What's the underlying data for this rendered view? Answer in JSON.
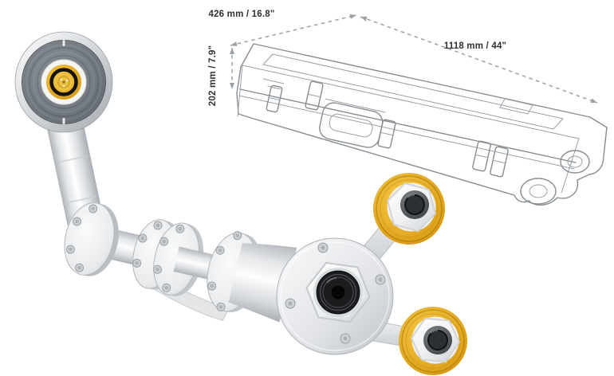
{
  "image": {
    "background": "#ffffff"
  },
  "case_diagram": {
    "labels": {
      "width": "426 mm / 16.8\"",
      "height": "202 mm / 7.9\"",
      "length": "1118 mm / 44\""
    },
    "colors": {
      "line": "#878d93",
      "dash": "#9aa0a6",
      "text": "#2d3136"
    }
  },
  "arm_render": {
    "colors": {
      "metal_light": "#f4f5f7",
      "metal_shadow": "#b4b8bd",
      "gold": "#e9b32d",
      "disk_face": "#767d85",
      "connector_black": "#1b1c1e"
    }
  }
}
